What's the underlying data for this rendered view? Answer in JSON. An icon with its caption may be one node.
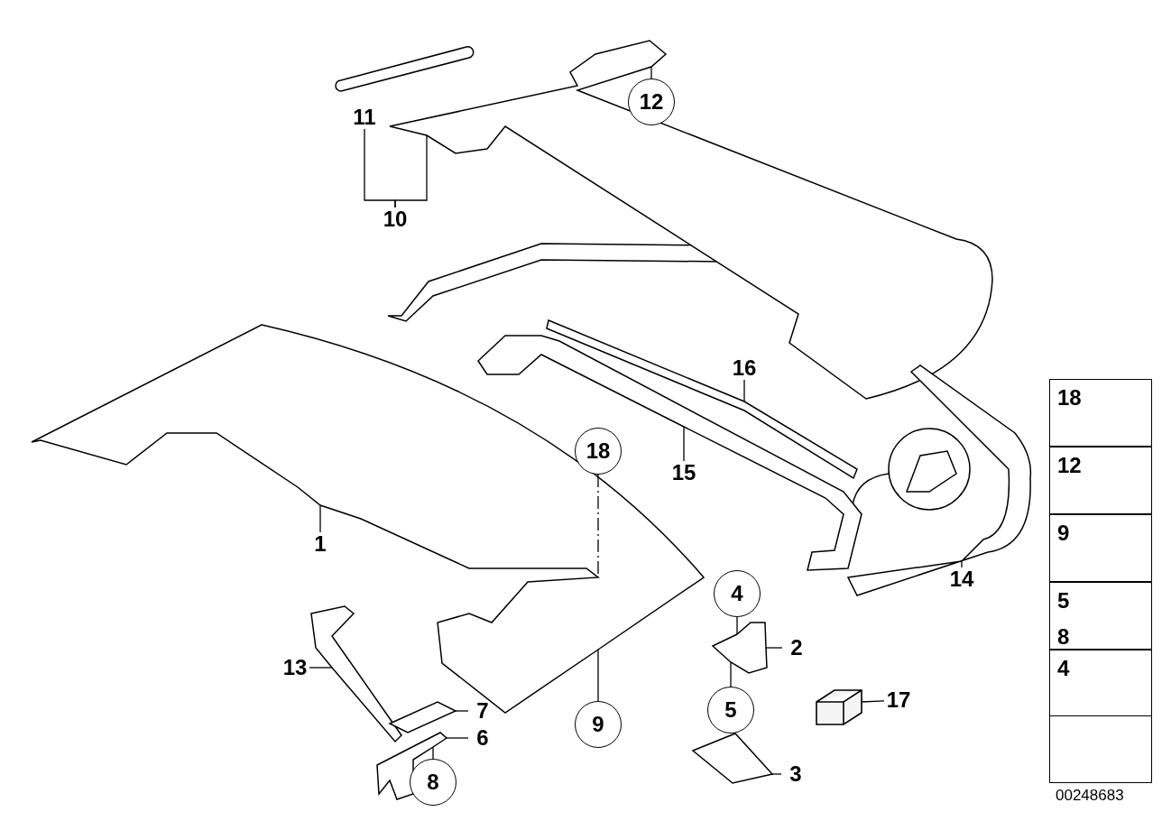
{
  "diagram": {
    "nodes": [
      {
        "text": [
          "11"
        ]
      },
      {
        "text": [
          "10"
        ]
      },
      {
        "text": [
          "12"
        ]
      },
      {
        "text": [
          "16"
        ]
      },
      {
        "text": [
          "15"
        ]
      },
      {
        "text": [
          "18"
        ]
      },
      {
        "text": [
          "1"
        ]
      },
      {
        "text": [
          "14"
        ]
      },
      {
        "text": [
          "4"
        ]
      },
      {
        "text": [
          "2"
        ]
      },
      {
        "text": [
          "13"
        ]
      },
      {
        "text": [
          "7"
        ]
      },
      {
        "text": [
          "6"
        ]
      },
      {
        "text": [
          "9"
        ]
      },
      {
        "text": [
          "5"
        ]
      },
      {
        "text": [
          "17"
        ]
      },
      {
        "text": [
          "8"
        ]
      },
      {
        "text": [
          "3"
        ]
      },
      {
        "text": [
          "18"
        ]
      },
      {
        "text": [
          "12"
        ]
      },
      {
        "text": [
          "9"
        ]
      },
      {
        "text": [
          "5",
          "8"
        ]
      },
      {
        "text": [
          "4"
        ]
      },
      {
        "text": [],
        "shape": "box"
      },
      {
        "text": [],
        "shape": "picture"
      },
      {
        "text": [],
        "shape": "picture"
      },
      {
        "text": [],
        "shape": "picture"
      },
      {
        "text": [],
        "shape": "picture"
      },
      {
        "text": [],
        "shape": "picture"
      },
      {
        "text": [],
        "shape": "picture"
      },
      {
        "text": [],
        "shape": "picture"
      },
      {
        "text": [],
        "shape": "picture"
      },
      {
        "text": [],
        "shape": "picture"
      },
      {
        "text": [],
        "shape": "box"
      },
      {
        "text": [],
        "shape": "picture"
      }
    ],
    "edges": [
      {
        "from": 0,
        "to": 1,
        "arrow": "none"
      },
      {
        "from": 1,
        "to": 24,
        "arrow": "none"
      },
      {
        "from": 2,
        "to": 24,
        "arrow": "none"
      },
      {
        "from": 3,
        "to": 25,
        "arrow": "none"
      },
      {
        "from": 4,
        "to": 26,
        "arrow": "none"
      },
      {
        "from": 5,
        "to": 27,
        "arrow": "none",
        "style": "dashed"
      },
      {
        "from": 6,
        "to": 27,
        "arrow": "none"
      },
      {
        "from": 7,
        "to": 28,
        "arrow": "none"
      },
      {
        "from": 8,
        "to": 29,
        "arrow": "none"
      },
      {
        "from": 9,
        "to": 29,
        "arrow": "none"
      },
      {
        "from": 10,
        "to": 30,
        "arrow": "none"
      },
      {
        "from": 11,
        "to": 31,
        "arrow": "none"
      },
      {
        "from": 12,
        "to": 32,
        "arrow": "none"
      },
      {
        "from": 13,
        "to": 27,
        "arrow": "none"
      },
      {
        "from": 14,
        "to": 29,
        "arrow": "none"
      },
      {
        "from": 15,
        "to": 33,
        "arrow": "none"
      },
      {
        "from": 16,
        "to": 32,
        "arrow": "none"
      },
      {
        "from": 17,
        "to": 34,
        "arrow": "none"
      }
    ],
    "labels": [
      "00248683"
    ]
  }
}
